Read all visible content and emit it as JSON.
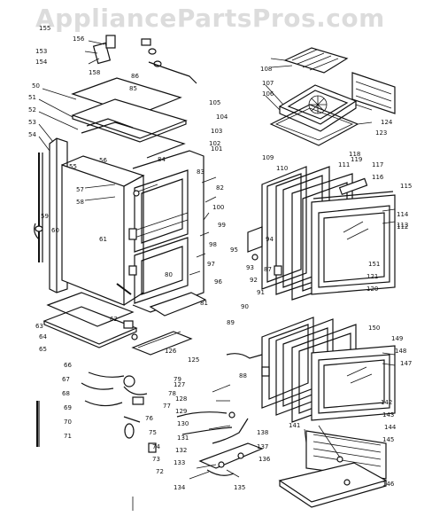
{
  "watermark": "AppliancePartsPros.com",
  "colors": {
    "line": "#111111",
    "watermark": "#dcdcdc",
    "background": "#ffffff"
  },
  "callouts": [
    "50",
    "51",
    "52",
    "53",
    "54",
    "55",
    "56",
    "57",
    "58",
    "59",
    "60",
    "61",
    "62",
    "63",
    "64",
    "65",
    "66",
    "67",
    "68",
    "69",
    "70",
    "71",
    "72",
    "73",
    "74",
    "75",
    "76",
    "77",
    "78",
    "79",
    "80",
    "81",
    "82",
    "83",
    "84",
    "85",
    "86",
    "87",
    "88",
    "89",
    "90",
    "91",
    "92",
    "93",
    "94",
    "95",
    "96",
    "97",
    "98",
    "99",
    "100",
    "101",
    "102",
    "103",
    "104",
    "105",
    "106",
    "107",
    "108",
    "109",
    "110",
    "111",
    "112",
    "113",
    "114",
    "115",
    "116",
    "117",
    "118",
    "119",
    "120",
    "121",
    "123",
    "124",
    "125",
    "126",
    "127",
    "128",
    "129",
    "130",
    "131",
    "132",
    "133",
    "134",
    "135",
    "136",
    "137",
    "138",
    "141",
    "142",
    "143",
    "144",
    "145",
    "146",
    "147",
    "148",
    "149",
    "150",
    "151",
    "153",
    "154",
    "155",
    "156",
    "158"
  ]
}
